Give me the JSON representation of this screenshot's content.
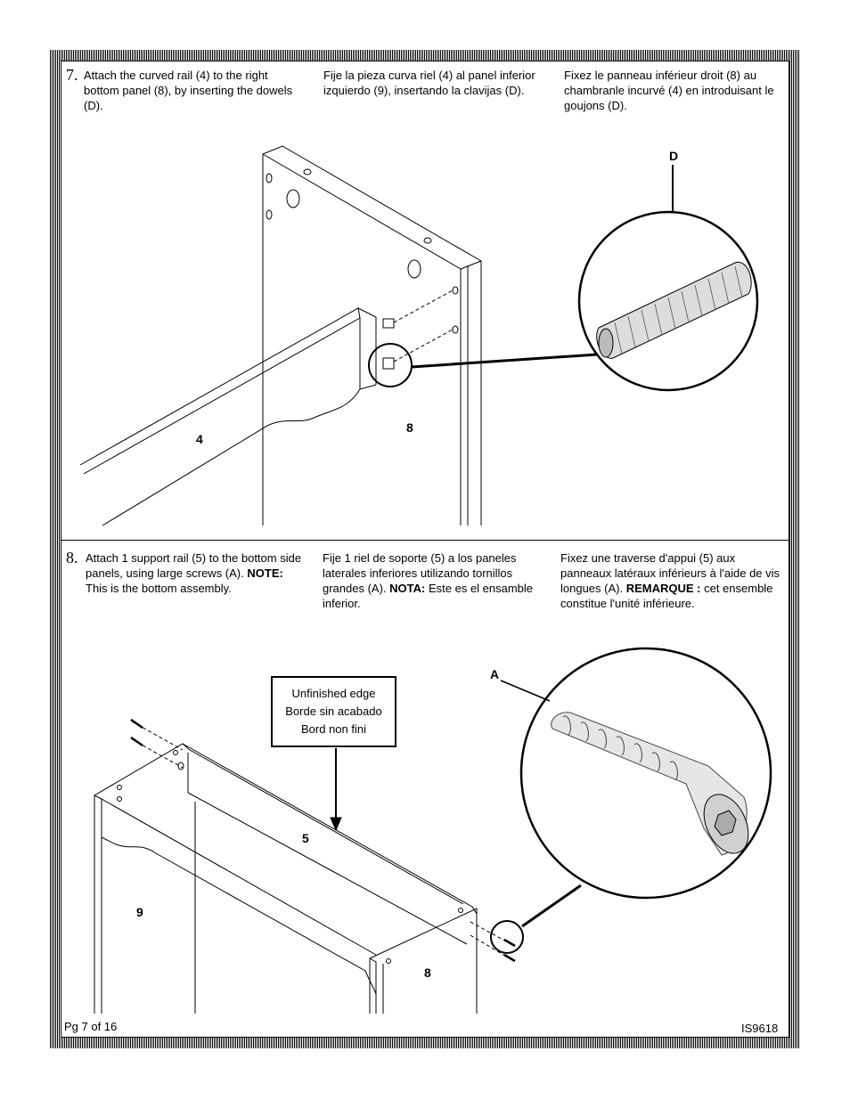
{
  "step7": {
    "number": "7.",
    "english": "Attach the curved rail (4) to the right bottom panel (8), by inserting the dowels (D).",
    "spanish": "Fije la pieza curva riel (4) al panel inferior izquierdo (9), insertando la clavijas (D).",
    "french": "Fixez le panneau inférieur droit (8) au chambranle incurvé (4) en introduisant le goujons (D).",
    "labels": {
      "dowel": "D",
      "rail": "4",
      "panel": "8"
    }
  },
  "step8": {
    "number": "8.",
    "english": "Attach 1 support rail (5) to the bottom side panels, using large screws (A).",
    "english_note_label": "NOTE:",
    "english_note": " This is the bottom assembly.",
    "spanish": "Fije 1 riel de soporte (5) a los paneles laterales inferiores utilizando tornillos grandes (A). ",
    "spanish_note_label": "NOTA:",
    "spanish_note": " Este es el ensamble inferior.",
    "french": "Fixez une traverse d'appui (5) aux panneaux latéraux inférieurs à l'aide de vis longues (A). ",
    "french_note_label": "REMARQUE :",
    "french_note": " cet ensemble constitue l'unité inférieure.",
    "callout": {
      "line1": "Unfinished edge",
      "line2": "Borde sin acabado",
      "line3": "Bord non fini"
    },
    "labels": {
      "screw": "A",
      "rail": "5",
      "left_panel": "9",
      "right_panel": "8"
    }
  },
  "footer": {
    "page": "Pg 7 of 16",
    "code": "IS9618"
  }
}
